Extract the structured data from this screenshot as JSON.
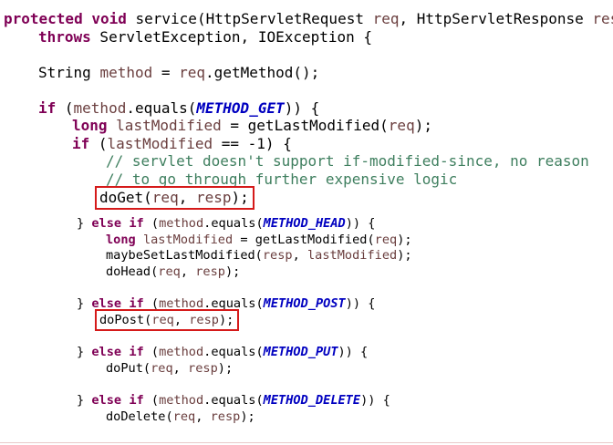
{
  "colors": {
    "keyword": "#7f0055",
    "variable": "#6a3e3e",
    "constant": "#0000c0",
    "comment": "#3f7f5f",
    "highlight_box": "#d51a1a"
  },
  "code": {
    "sig": {
      "kw1": "protected",
      "kw2": "void",
      "t1": " service(HttpServletRequest ",
      "v1": "req",
      "t2": ", HttpServletResponse ",
      "v2": "resp",
      "t3": ")"
    },
    "throws": {
      "kw": "throws",
      "t": " ServletException, IOException {"
    },
    "method_decl": {
      "t1": "String ",
      "v1": "method",
      "t2": " = ",
      "v2": "req",
      "t3": ".getMethod();"
    },
    "if_get": {
      "kw": "if",
      "t1": " (",
      "v1": "method",
      "t2": ".equals(",
      "c": "METHOD_GET",
      "t3": ")) {"
    },
    "long_decl": {
      "kw": "long",
      "v1": "lastModified",
      "t1": " = getLastModified(",
      "v2": "req",
      "t2": ");"
    },
    "if_lm": {
      "kw": "if",
      "t1": " (",
      "v1": "lastModified",
      "t2": " == -1) {"
    },
    "comment1": "// servlet doesn't support if-modified-since, no reason",
    "comment2": "// to go through further expensive logic",
    "doget": {
      "t1": "doGet(",
      "v1": "req",
      "t2": ", ",
      "v2": "resp",
      "t3": ");"
    },
    "elif_head": {
      "t0": "} ",
      "kw1": "else",
      "kw2": "if",
      "t1": " (",
      "v1": "method",
      "t2": ".equals(",
      "c": "METHOD_HEAD",
      "t3": ")) {"
    },
    "long_decl2": {
      "kw": "long",
      "v1": "lastModified",
      "t1": " = getLastModified(",
      "v2": "req",
      "t2": ");"
    },
    "maybe": {
      "t1": "maybeSetLastModified(",
      "v1": "resp",
      "t2": ", ",
      "v2": "lastModified",
      "t3": ");"
    },
    "dohead": {
      "t1": "doHead(",
      "v1": "req",
      "t2": ", ",
      "v2": "resp",
      "t3": ");"
    },
    "elif_post": {
      "t0": "} ",
      "kw1": "else",
      "kw2": "if",
      "t1": " (",
      "v1": "method",
      "t2": ".equals(",
      "c": "METHOD_POST",
      "t3": ")) {"
    },
    "dopost": {
      "t1": "doPost(",
      "v1": "req",
      "t2": ", ",
      "v2": "resp",
      "t3": ");"
    },
    "elif_put": {
      "t0": "} ",
      "kw1": "else",
      "kw2": "if",
      "t1": " (",
      "v1": "method",
      "t2": ".equals(",
      "c": "METHOD_PUT",
      "t3": ")) {"
    },
    "doput": {
      "t1": "doPut(",
      "v1": "req",
      "t2": ", ",
      "v2": "resp",
      "t3": ");"
    },
    "elif_delete": {
      "t0": "} ",
      "kw1": "else",
      "kw2": "if",
      "t1": " (",
      "v1": "method",
      "t2": ".equals(",
      "c": "METHOD_DELETE",
      "t3": ")) {"
    },
    "dodelete": {
      "t1": "doDelete(",
      "v1": "req",
      "t2": ", ",
      "v2": "resp",
      "t3": ");"
    }
  }
}
